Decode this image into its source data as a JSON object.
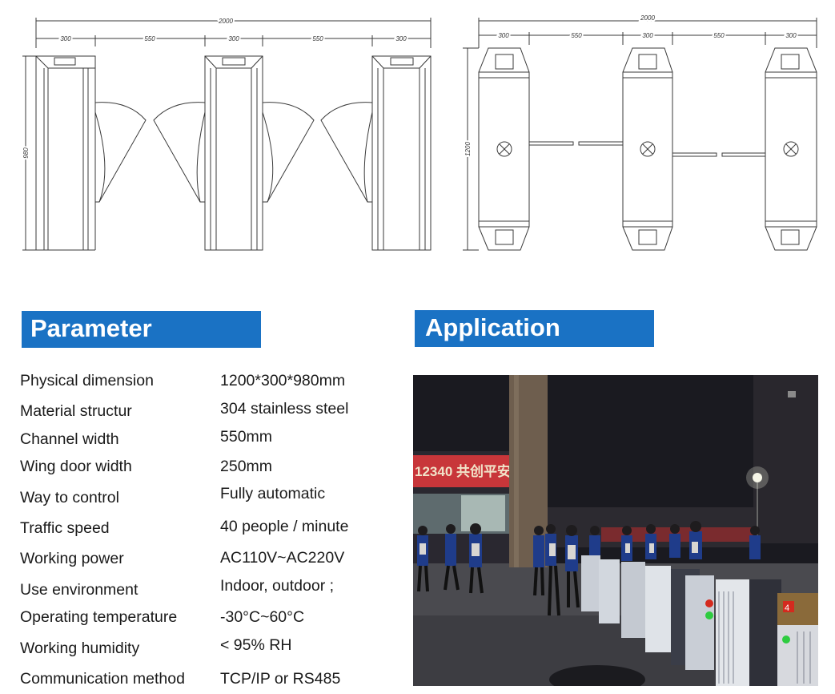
{
  "drawings": {
    "front": {
      "total": "2000",
      "segments": [
        "300",
        "550",
        "300",
        "550",
        "300"
      ],
      "height": "980"
    },
    "top": {
      "total": "2000",
      "segments": [
        "300",
        "550",
        "300",
        "550",
        "300"
      ],
      "length": "1200"
    }
  },
  "parameter": {
    "title": "Parameter",
    "rows": [
      {
        "label": "Physical dimension",
        "value": "1200*300*980mm"
      },
      {
        "label": "Material structur",
        "value": "304 stainless steel"
      },
      {
        "label": "Channel width",
        "value": "550mm"
      },
      {
        "label": "Wing door width",
        "value": "250mm"
      },
      {
        "label": "Way to control",
        "value": "Fully automatic"
      },
      {
        "label": "Traffic speed",
        "value": "40 people / minute"
      },
      {
        "label": "Working power",
        "value": "AC110V~AC220V"
      },
      {
        "label": "Use environment",
        "value": "Indoor, outdoor ;"
      },
      {
        "label": "Operating temperature",
        "value": "-30°C~60°C"
      },
      {
        "label": "Working humidity",
        "value": "< 95% RH"
      },
      {
        "label": "Communication method",
        "value": "TCP/IP or RS485"
      }
    ]
  },
  "application": {
    "title": "Application",
    "photo": {
      "sign_text": "12340 共创平安校安",
      "gate_number": "4"
    }
  },
  "colors": {
    "banner": "#1a72c4",
    "line": "#3a3a3a"
  }
}
